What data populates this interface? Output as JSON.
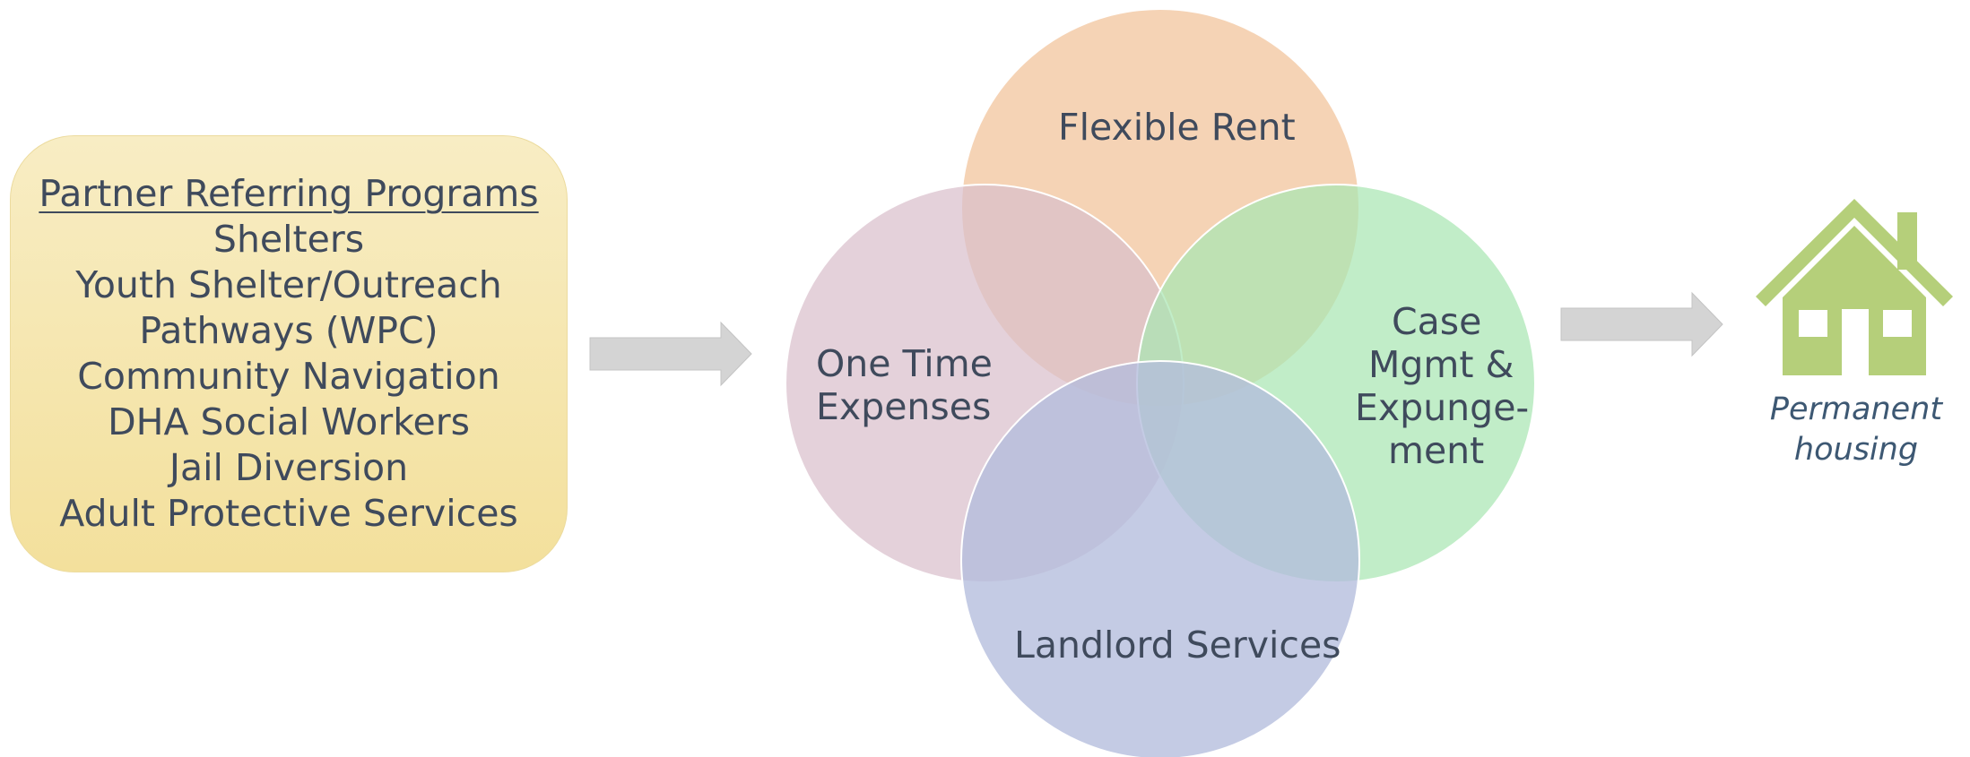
{
  "partner_programs": {
    "title": "Partner Referring Programs",
    "items": [
      "Shelters",
      "Youth Shelter/Outreach",
      "Pathways (WPC)",
      "Community Navigation",
      "DHA Social Workers",
      "Jail Diversion",
      "Adult Protective Services"
    ]
  },
  "services": {
    "top": "Flexible Rent",
    "left_line1": "One Time",
    "left_line2": "Expenses",
    "right_line1": "Case",
    "right_line2": "Mgmt &",
    "right_line3": "Expunge-",
    "right_line4": "ment",
    "bottom": "Landlord Services"
  },
  "outcome": {
    "line1": "Permanent",
    "line2": "housing"
  },
  "colors": {
    "partner_box": "#f6e7b0",
    "flexible_rent": "#f3cba8",
    "one_time_expenses": "#d9bfcc",
    "case_management": "#a9e6b3",
    "landlord_services": "#b3bcdc",
    "arrow": "#d4d4d4",
    "house": "#b5cf7a"
  },
  "icons": {
    "arrow": "right-arrow-icon",
    "house": "house-icon"
  }
}
